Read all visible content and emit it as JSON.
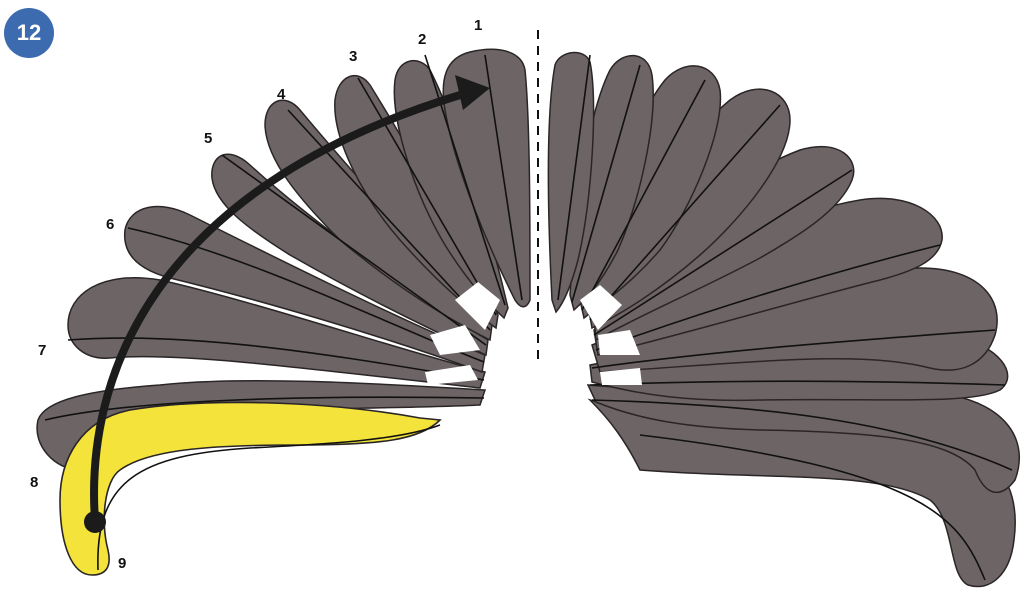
{
  "figure": {
    "badge": "12",
    "labels": [
      "1",
      "2",
      "3",
      "4",
      "5",
      "6",
      "7",
      "8",
      "9"
    ]
  },
  "colors": {
    "feather_fill": "#6d6465",
    "feather_edge": "#2a2527",
    "highlight": "#f3e33a",
    "arrow": "#1b1b1b",
    "badge_bg": "#3d6bb0",
    "label": "#111111"
  }
}
